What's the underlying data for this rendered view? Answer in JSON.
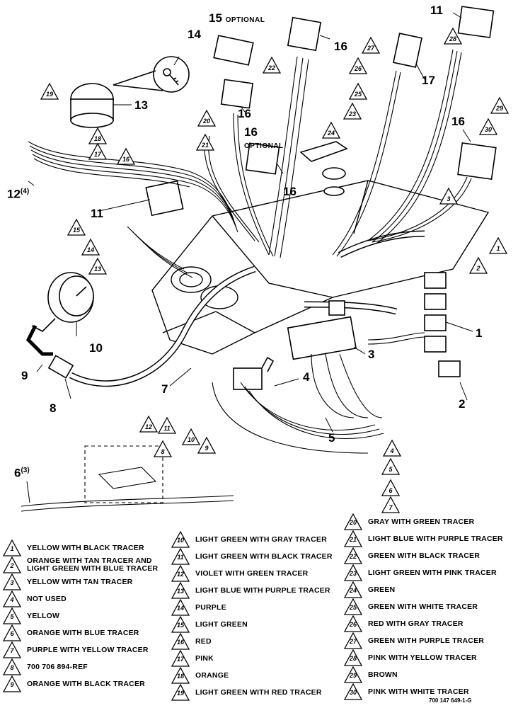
{
  "callouts": {
    "c15": "15",
    "optional_top": "OPTIONAL",
    "c14": "14",
    "c13": "13",
    "c11a": "11",
    "c16a": "16",
    "c17": "17",
    "c16b": "16",
    "c16c": "16",
    "optional_mid": "OPTIONAL",
    "c16d": "16",
    "c16e": "16",
    "c12": "12",
    "c12_qty": "(4)",
    "c11b": "11",
    "c10": "10",
    "c9": "9",
    "c8": "8",
    "c7": "7",
    "c6": "6",
    "c6_qty": "(3)",
    "c4": "4",
    "c5": "5",
    "c3": "3",
    "c1": "1",
    "c2": "2"
  },
  "wire_tags": [
    {
      "id": "19",
      "text": "19"
    },
    {
      "id": "18",
      "text": "18"
    },
    {
      "id": "17",
      "text": "17"
    },
    {
      "id": "16",
      "text": "16"
    },
    {
      "id": "15",
      "text": "15"
    },
    {
      "id": "14",
      "text": "14"
    },
    {
      "id": "13",
      "text": "13"
    },
    {
      "id": "20",
      "text": "20"
    },
    {
      "id": "21",
      "text": "21"
    },
    {
      "id": "22",
      "text": "22"
    },
    {
      "id": "23",
      "text": "23"
    },
    {
      "id": "24",
      "text": "24"
    },
    {
      "id": "25",
      "text": "25"
    },
    {
      "id": "26",
      "text": "26"
    },
    {
      "id": "27",
      "text": "27"
    },
    {
      "id": "28",
      "text": "28"
    },
    {
      "id": "29",
      "text": "29"
    },
    {
      "id": "30",
      "text": "30"
    },
    {
      "id": "3",
      "text": "3"
    },
    {
      "id": "1",
      "text": "1"
    },
    {
      "id": "2",
      "text": "2"
    },
    {
      "id": "12",
      "text": "12"
    },
    {
      "id": "11",
      "text": "11"
    },
    {
      "id": "10",
      "text": "10"
    },
    {
      "id": "9",
      "text": "9"
    },
    {
      "id": "8",
      "text": "8"
    },
    {
      "id": "4",
      "text": "4"
    },
    {
      "id": "5",
      "text": "5"
    },
    {
      "id": "6",
      "text": "6"
    },
    {
      "id": "7",
      "text": "7"
    }
  ],
  "legend_col1": [
    {
      "num": "1",
      "text": "YELLOW WITH BLACK TRACER"
    },
    {
      "num": "2",
      "text": "ORANGE WITH TAN TRACER AND\nLIGHT GREEN WITH BLUE TRACER"
    },
    {
      "num": "3",
      "text": "YELLOW WITH TAN TRACER"
    },
    {
      "num": "4",
      "text": "NOT USED"
    },
    {
      "num": "5",
      "text": "YELLOW"
    },
    {
      "num": "6",
      "text": "ORANGE WITH BLUE TRACER"
    },
    {
      "num": "7",
      "text": "PURPLE WITH YELLOW TRACER"
    },
    {
      "num": "8",
      "text": "700 706 894-REF"
    },
    {
      "num": "9",
      "text": "ORANGE WITH BLACK TRACER"
    }
  ],
  "legend_col2": [
    {
      "num": "10",
      "text": "LIGHT GREEN WITH GRAY TRACER"
    },
    {
      "num": "11",
      "text": "LIGHT GREEN WITH BLACK TRACER"
    },
    {
      "num": "12",
      "text": "VIOLET WITH GREEN TRACER"
    },
    {
      "num": "13",
      "text": "LIGHT BLUE WITH PURPLE TRACER"
    },
    {
      "num": "14",
      "text": "PURPLE"
    },
    {
      "num": "15",
      "text": "LIGHT GREEN"
    },
    {
      "num": "16",
      "text": "RED"
    },
    {
      "num": "17",
      "text": "PINK"
    },
    {
      "num": "18",
      "text": "ORANGE"
    },
    {
      "num": "19",
      "text": "LIGHT GREEN WITH RED TRACER"
    }
  ],
  "legend_col3": [
    {
      "num": "20",
      "text": "GRAY WITH GREEN TRACER"
    },
    {
      "num": "21",
      "text": "LIGHT BLUE WITH PURPLE TRACER"
    },
    {
      "num": "22",
      "text": "GREEN WITH BLACK TRACER"
    },
    {
      "num": "23",
      "text": "LIGHT GREEN WITH PINK TRACER"
    },
    {
      "num": "24",
      "text": "GREEN"
    },
    {
      "num": "25",
      "text": "GREEN WITH WHITE TRACER"
    },
    {
      "num": "26",
      "text": "RED WITH GRAY TRACER"
    },
    {
      "num": "27",
      "text": "GREEN WITH PURPLE TRACER"
    },
    {
      "num": "28",
      "text": "PINK WITH YELLOW TRACER"
    },
    {
      "num": "29",
      "text": "BROWN"
    },
    {
      "num": "30",
      "text": "PINK WITH WHITE TRACER"
    }
  ],
  "footer": "700 147 649-1-G"
}
